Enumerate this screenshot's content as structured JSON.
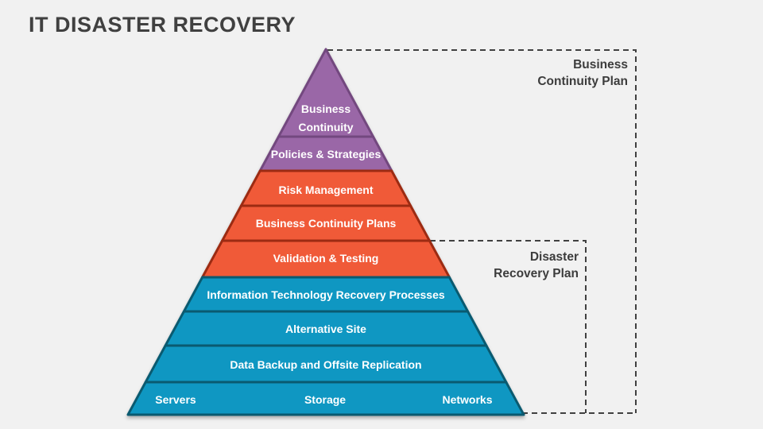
{
  "title": "IT DISASTER RECOVERY",
  "colors": {
    "background": "#F1F1F1",
    "title-text": "#404040",
    "purple": "#9A67A7",
    "purple-border": "#73487F",
    "orange": "#F05A38",
    "orange-border": "#9C2B12",
    "blue": "#0F97C2",
    "blue-border": "#0A5A70",
    "dashed-line": "#404040",
    "layer-text": "#FFFFFF",
    "annot-text": "#3C3C3C"
  },
  "pyramid": {
    "layers": [
      {
        "name": "business-continuity",
        "color": "purple",
        "lines": [
          "Business",
          "Continuity"
        ]
      },
      {
        "name": "policies-strategies",
        "color": "purple",
        "label": "Policies & Strategies"
      },
      {
        "name": "risk-management",
        "color": "orange",
        "label": "Risk Management"
      },
      {
        "name": "business-continuity-plans",
        "color": "orange",
        "label": "Business Continuity Plans"
      },
      {
        "name": "validation-testing",
        "color": "orange",
        "label": "Validation & Testing"
      },
      {
        "name": "it-recovery-processes",
        "color": "blue",
        "label": "Information Technology Recovery Processes"
      },
      {
        "name": "alternative-site",
        "color": "blue",
        "label": "Alternative Site"
      },
      {
        "name": "data-backup-offsite-replication",
        "color": "blue",
        "label": "Data Backup and Offsite Replication"
      },
      {
        "name": "infrastructure",
        "color": "blue",
        "labels": [
          "Servers",
          "Storage",
          "Networks"
        ]
      }
    ]
  },
  "annotations": {
    "business_continuity_plan": {
      "lines": [
        "Business",
        "Continuity Plan"
      ]
    },
    "disaster_recovery_plan": {
      "lines": [
        "Disaster",
        "Recovery Plan"
      ]
    }
  }
}
